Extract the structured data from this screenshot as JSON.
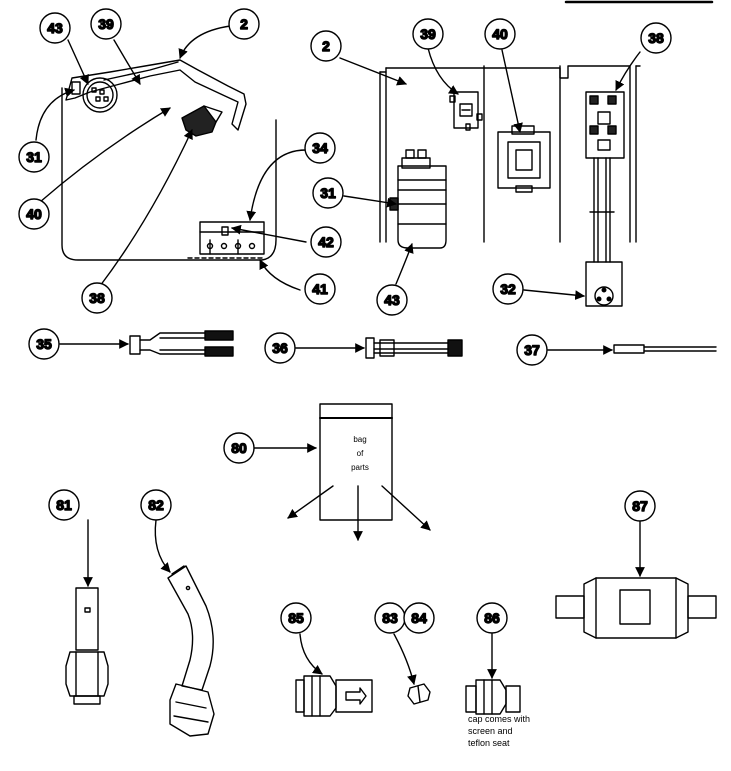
{
  "diagram": {
    "callouts": {
      "c43a": "43",
      "c39a": "39",
      "c2a": "2",
      "c31a": "31",
      "c40a": "40",
      "c38a": "38",
      "c34": "34",
      "c42": "42",
      "c41": "41",
      "c2b": "2",
      "c39b": "39",
      "c40b": "40",
      "c38b": "38",
      "c31b": "31",
      "c43b": "43",
      "c32": "32",
      "c35": "35",
      "c36": "36",
      "c37": "37",
      "c80": "80",
      "c81": "81",
      "c82": "82",
      "c85": "85",
      "c83": "83",
      "c84": "84",
      "c86": "86",
      "c87": "87"
    },
    "bag_text": [
      "bag",
      "of",
      "parts"
    ],
    "cap_note": [
      "cap comes with",
      "screen and",
      "teflon seat"
    ]
  }
}
